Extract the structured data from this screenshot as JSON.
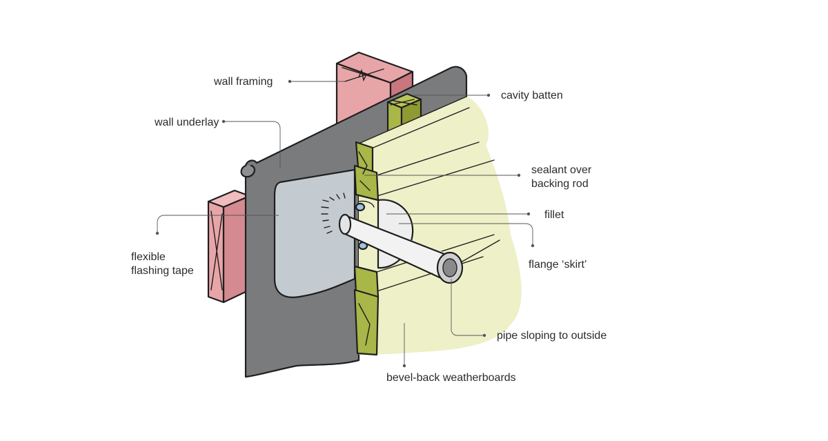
{
  "labels": {
    "wall_framing": "wall framing",
    "cavity_batten": "cavity batten",
    "wall_underlay": "wall underlay",
    "sealant_line1": "sealant over",
    "sealant_line2": "backing rod",
    "fillet": "fillet",
    "flexible_line1": "flexible",
    "flexible_line2": "flashing tape",
    "flange_skirt": "flange ‘skirt’",
    "pipe_sloping": "pipe sloping to outside",
    "weatherboards": "bevel-back weatherboards"
  },
  "colors": {
    "framing_pink": "#e8a5a8",
    "framing_dark": "#c9777e",
    "underlay_grey": "#7a7b7d",
    "tape_blue": "#c3cbd1",
    "batten_green": "#a9b648",
    "board_face": "#eef0c8",
    "board_edge": "#cfd46a",
    "pipe_white": "#f2f2f2",
    "backing_blue": "#9fc3e0"
  }
}
